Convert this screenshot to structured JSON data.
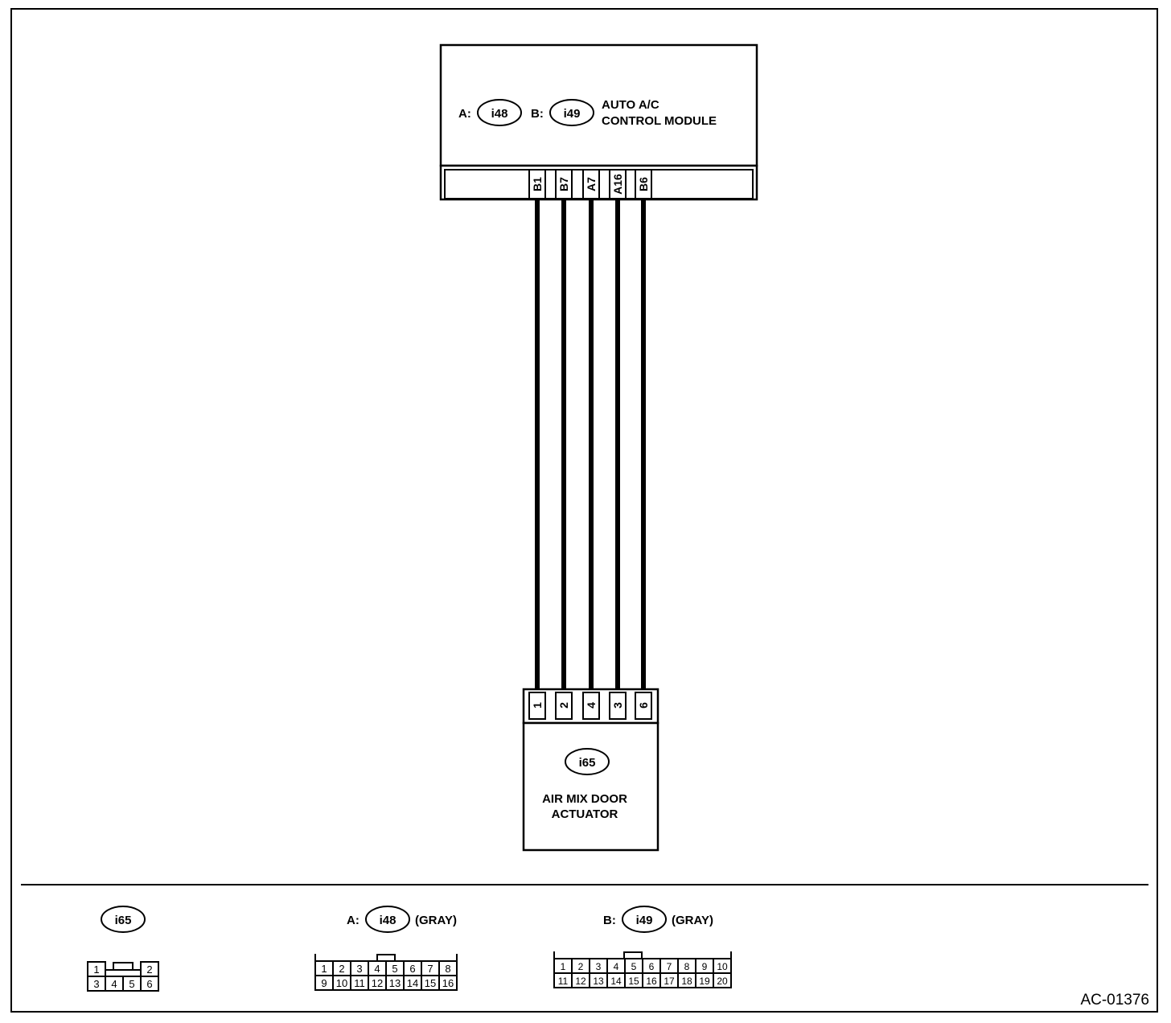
{
  "module": {
    "conn_a_prefix": "A:",
    "conn_a": "i48",
    "conn_b_prefix": "B:",
    "conn_b": "i49",
    "name_line1": "AUTO A/C",
    "name_line2": "CONTROL MODULE",
    "terminals": [
      "B1",
      "B7",
      "A7",
      "A16",
      "B6"
    ]
  },
  "actuator": {
    "conn": "i65",
    "name_line1": "AIR MIX DOOR",
    "name_line2": "ACTUATOR",
    "terminals": [
      "1",
      "2",
      "4",
      "3",
      "6"
    ]
  },
  "legend": {
    "i65": {
      "id": "i65",
      "row1": [
        "1",
        "2"
      ],
      "row2": [
        "3",
        "4",
        "5",
        "6"
      ]
    },
    "i48": {
      "prefix": "A:",
      "id": "i48",
      "color": "(GRAY)",
      "row1": [
        "1",
        "2",
        "3",
        "4",
        "5",
        "6",
        "7",
        "8"
      ],
      "row2": [
        "9",
        "10",
        "11",
        "12",
        "13",
        "14",
        "15",
        "16"
      ]
    },
    "i49": {
      "prefix": "B:",
      "id": "i49",
      "color": "(GRAY)",
      "row1": [
        "1",
        "2",
        "3",
        "4",
        "5",
        "6",
        "7",
        "8",
        "9",
        "10"
      ],
      "row2": [
        "11",
        "12",
        "13",
        "14",
        "15",
        "16",
        "17",
        "18",
        "19",
        "20"
      ]
    }
  },
  "figure_id": "AC-01376"
}
